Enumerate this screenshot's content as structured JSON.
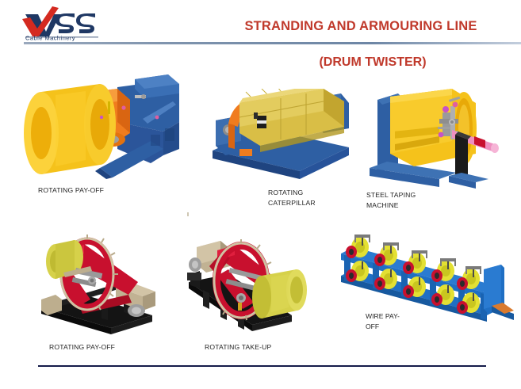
{
  "slide": {
    "background_color": "#ffffff",
    "accent_color": "#C0392B",
    "rule_color": "#151b4a",
    "header_rule_color": "#7e93ad"
  },
  "logo": {
    "brand": "VSS",
    "tagline": "Cable Machinery",
    "mark": "red-check-over-v",
    "text_color": "#1F3864",
    "check_color": "#D42A20"
  },
  "header": {
    "title": "STRANDING AND ARMOURING LINE",
    "subtitle": "(DRUM TWISTER)"
  },
  "figures": [
    {
      "id": "rotating-pay-off-top",
      "caption": "ROTATING PAY-OFF",
      "colors": {
        "primary": "#F5C21B",
        "secondary": "#2E5FA3",
        "accent": "#F07C1E"
      }
    },
    {
      "id": "rotating-caterpillar",
      "caption": "ROTATING\nCATERPILLAR",
      "colors": {
        "primary": "#D9BE46",
        "secondary": "#1F4E9C",
        "accent": "#F07C1E"
      }
    },
    {
      "id": "steel-taping-machine",
      "caption": "STEEL TAPING\nMACHINE",
      "colors": {
        "primary": "#F5C21B",
        "secondary": "#2E5FA3",
        "accent": "#E8538D"
      }
    },
    {
      "id": "rotating-pay-off-bottom",
      "caption": "ROTATING PAY-OFF",
      "colors": {
        "primary": "#C8102E",
        "secondary": "#1A1A1A",
        "accent": "#D6D14A"
      }
    },
    {
      "id": "rotating-take-up",
      "caption": "ROTATING TAKE-UP",
      "colors": {
        "primary": "#C8102E",
        "secondary": "#1A1A1A",
        "accent": "#D6D14A"
      }
    },
    {
      "id": "wire-pay-off",
      "caption": "WIRE        PAY-\nOFF",
      "colors": {
        "primary": "#E3E033",
        "secondary": "#1F6FC4",
        "accent": "#C8102E"
      }
    }
  ]
}
